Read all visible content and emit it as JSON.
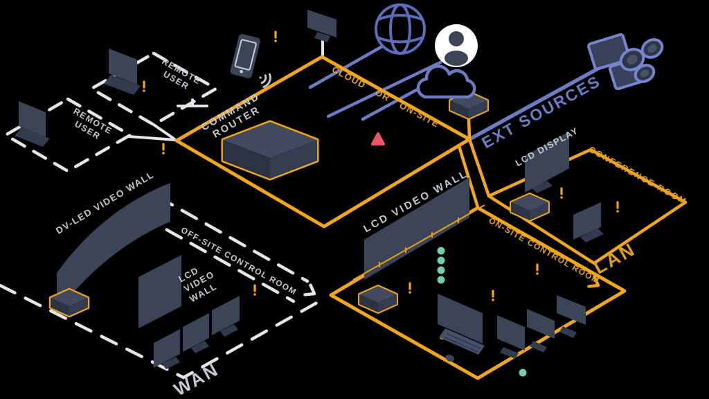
{
  "diagram": {
    "title_hint": "AV over IP network topology",
    "labels": {
      "remote_user": [
        "REMOTE",
        "USER"
      ],
      "command_router": [
        "COMMAND",
        "ROUTER"
      ],
      "cloud_or_on_site": "CLOUD OR ON-SITE",
      "ext_sources": "EXT SOURCES",
      "lcd_display": "LCD DISPLAY",
      "conference_room": "CONFERENCE ROOM",
      "lan": "LAN",
      "on_site_control_room": "ON-SITE CONTROL ROOM",
      "lcd_video_wall": "LCD VIDEO WALL",
      "dv_led_video_wall": "DV-LED VIDEO WALL",
      "off_site_control_room": "OFF-SITE CONTROL ROOM",
      "lcd_video_wall_stacked": [
        "LCD",
        "VIDEO",
        "WALL"
      ],
      "wan": "WAN"
    },
    "icons": {
      "globe": "globe-icon",
      "user": "user-icon",
      "cloud": "cloud-icon",
      "cameras": "camera-icon",
      "tablet": "tablet-icon",
      "wifi": "wifi-icon",
      "laptop": "laptop-icon",
      "monitor": "monitor-icon",
      "keyboard": "keyboard-icon",
      "mouse": "mouse-icon",
      "router_box": "router-box",
      "device_node": "device-node",
      "alert": "alert-icon",
      "warning_triangle": "alert-triangle-icon",
      "status_dot": "status-dot"
    },
    "colors": {
      "background": "#000000",
      "zone_orange": "#F2A61B",
      "text_orange": "#DFA01F",
      "line_blue": "#6B7CC4",
      "panel_dark": "#3C4457",
      "panel_darker": "#2C3344",
      "label_gray": "#C3C8D1",
      "line_white": "#E4E6E9",
      "status_teal": "#6FCDB2",
      "alert_red": "#EE5566"
    }
  }
}
